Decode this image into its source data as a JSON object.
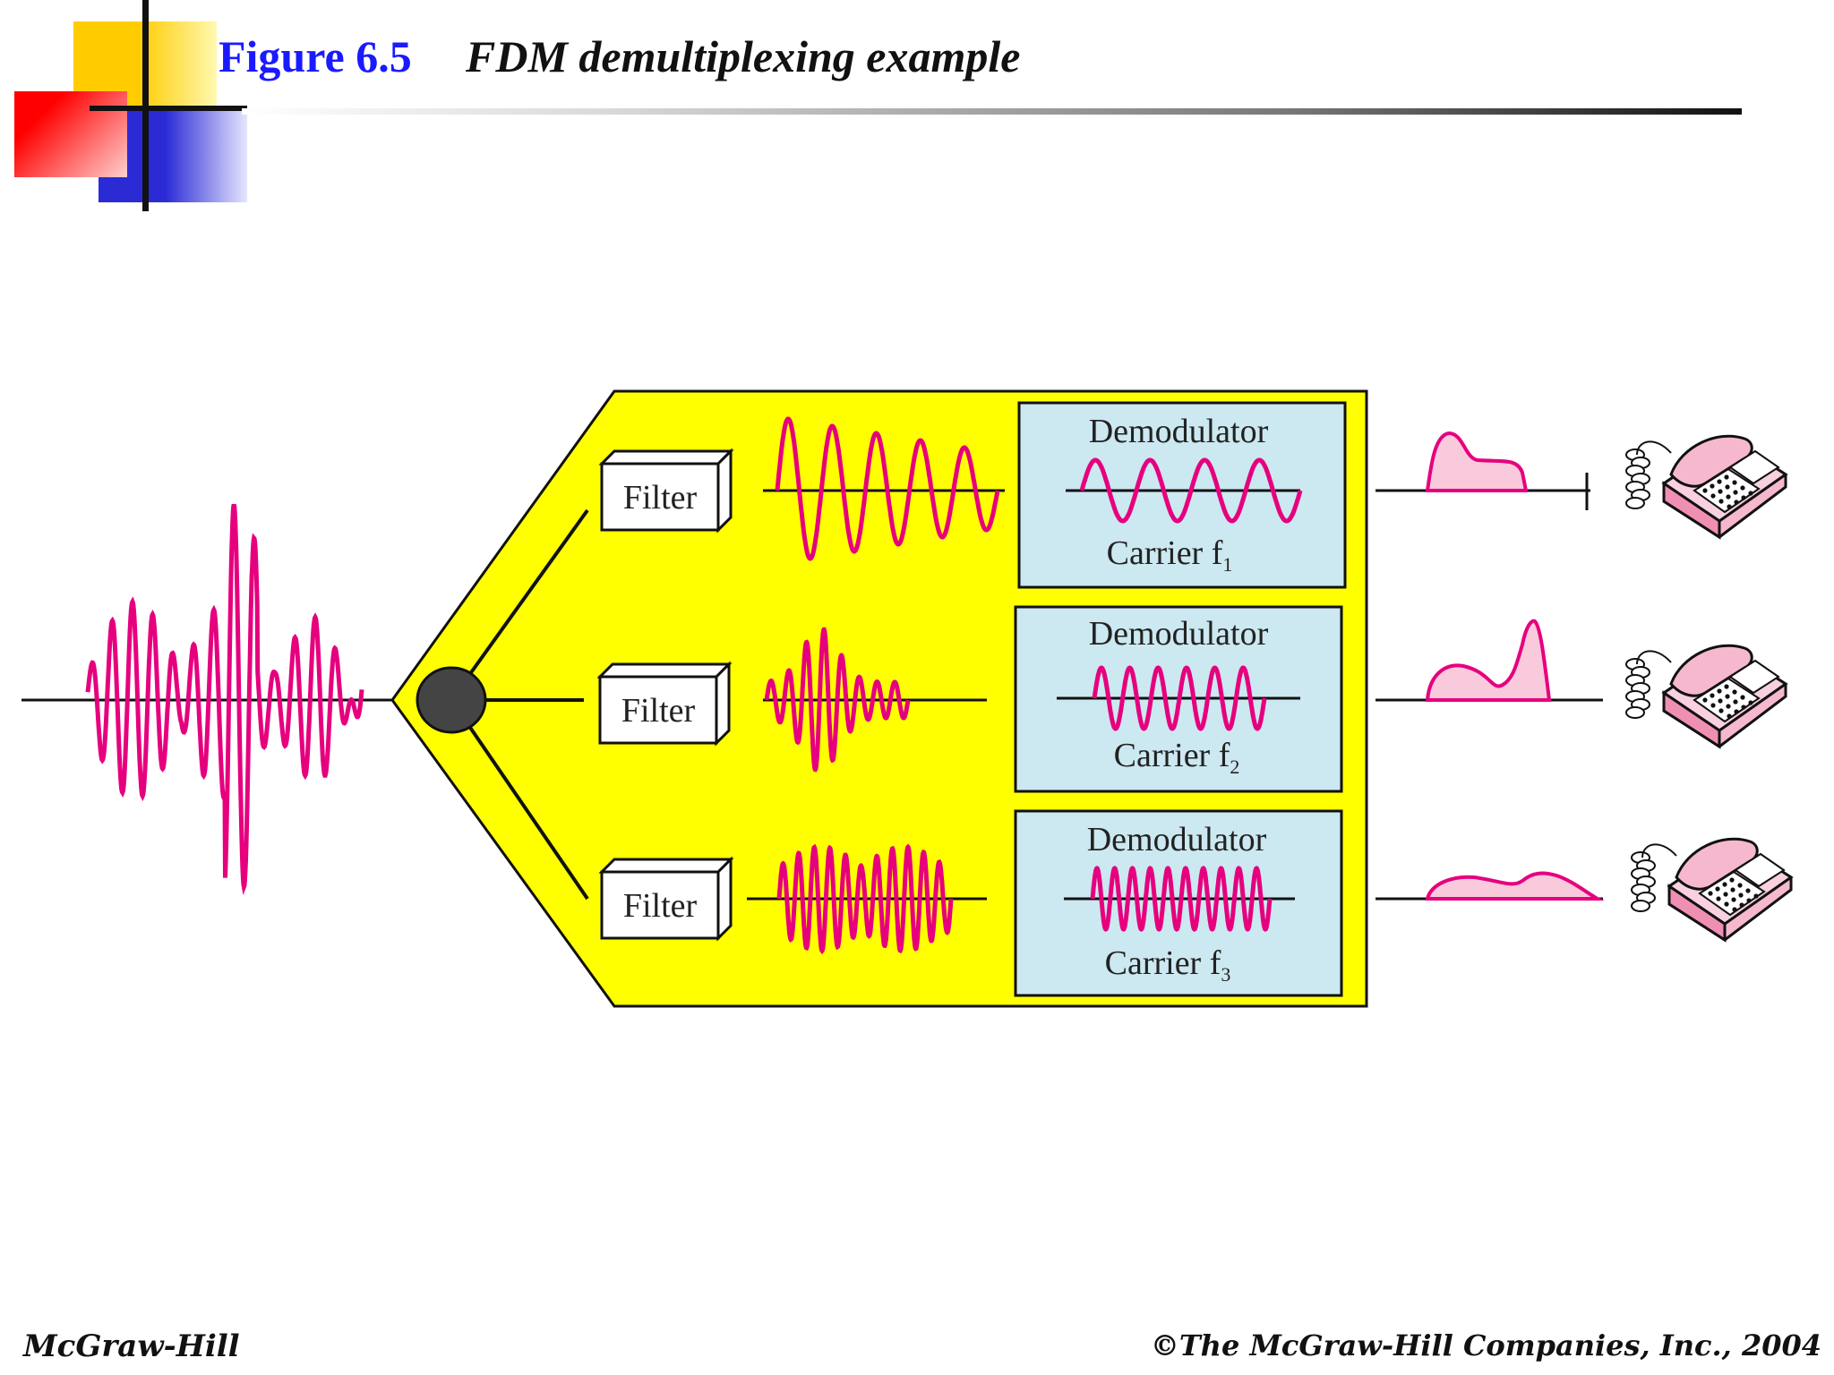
{
  "header": {
    "figure_label": "Figure 6.5",
    "figure_title": "FDM demultiplexing example"
  },
  "colors": {
    "title_blue": "#1a1aff",
    "panel_yellow": "#ffff00",
    "demod_box": "#cce8f0",
    "signal_magenta": "#e6007e",
    "bump_fill": "#f9c9dc",
    "phone_pink": "#f6b8cf"
  },
  "diagram": {
    "channels": [
      {
        "filter_label": "Filter",
        "demod_title": "Demodulator",
        "carrier_text": "Carrier f",
        "carrier_subscript": "1"
      },
      {
        "filter_label": "Filter",
        "demod_title": "Demodulator",
        "carrier_text": "Carrier f",
        "carrier_subscript": "2"
      },
      {
        "filter_label": "Filter",
        "demod_title": "Demodulator",
        "carrier_text": "Carrier f",
        "carrier_subscript": "3"
      }
    ],
    "icons": [
      "composite-signal-icon",
      "splitter-node-icon",
      "telephone-icon"
    ]
  },
  "footer": {
    "left": "McGraw-Hill",
    "right": "©The McGraw-Hill Companies, Inc., 2004"
  }
}
